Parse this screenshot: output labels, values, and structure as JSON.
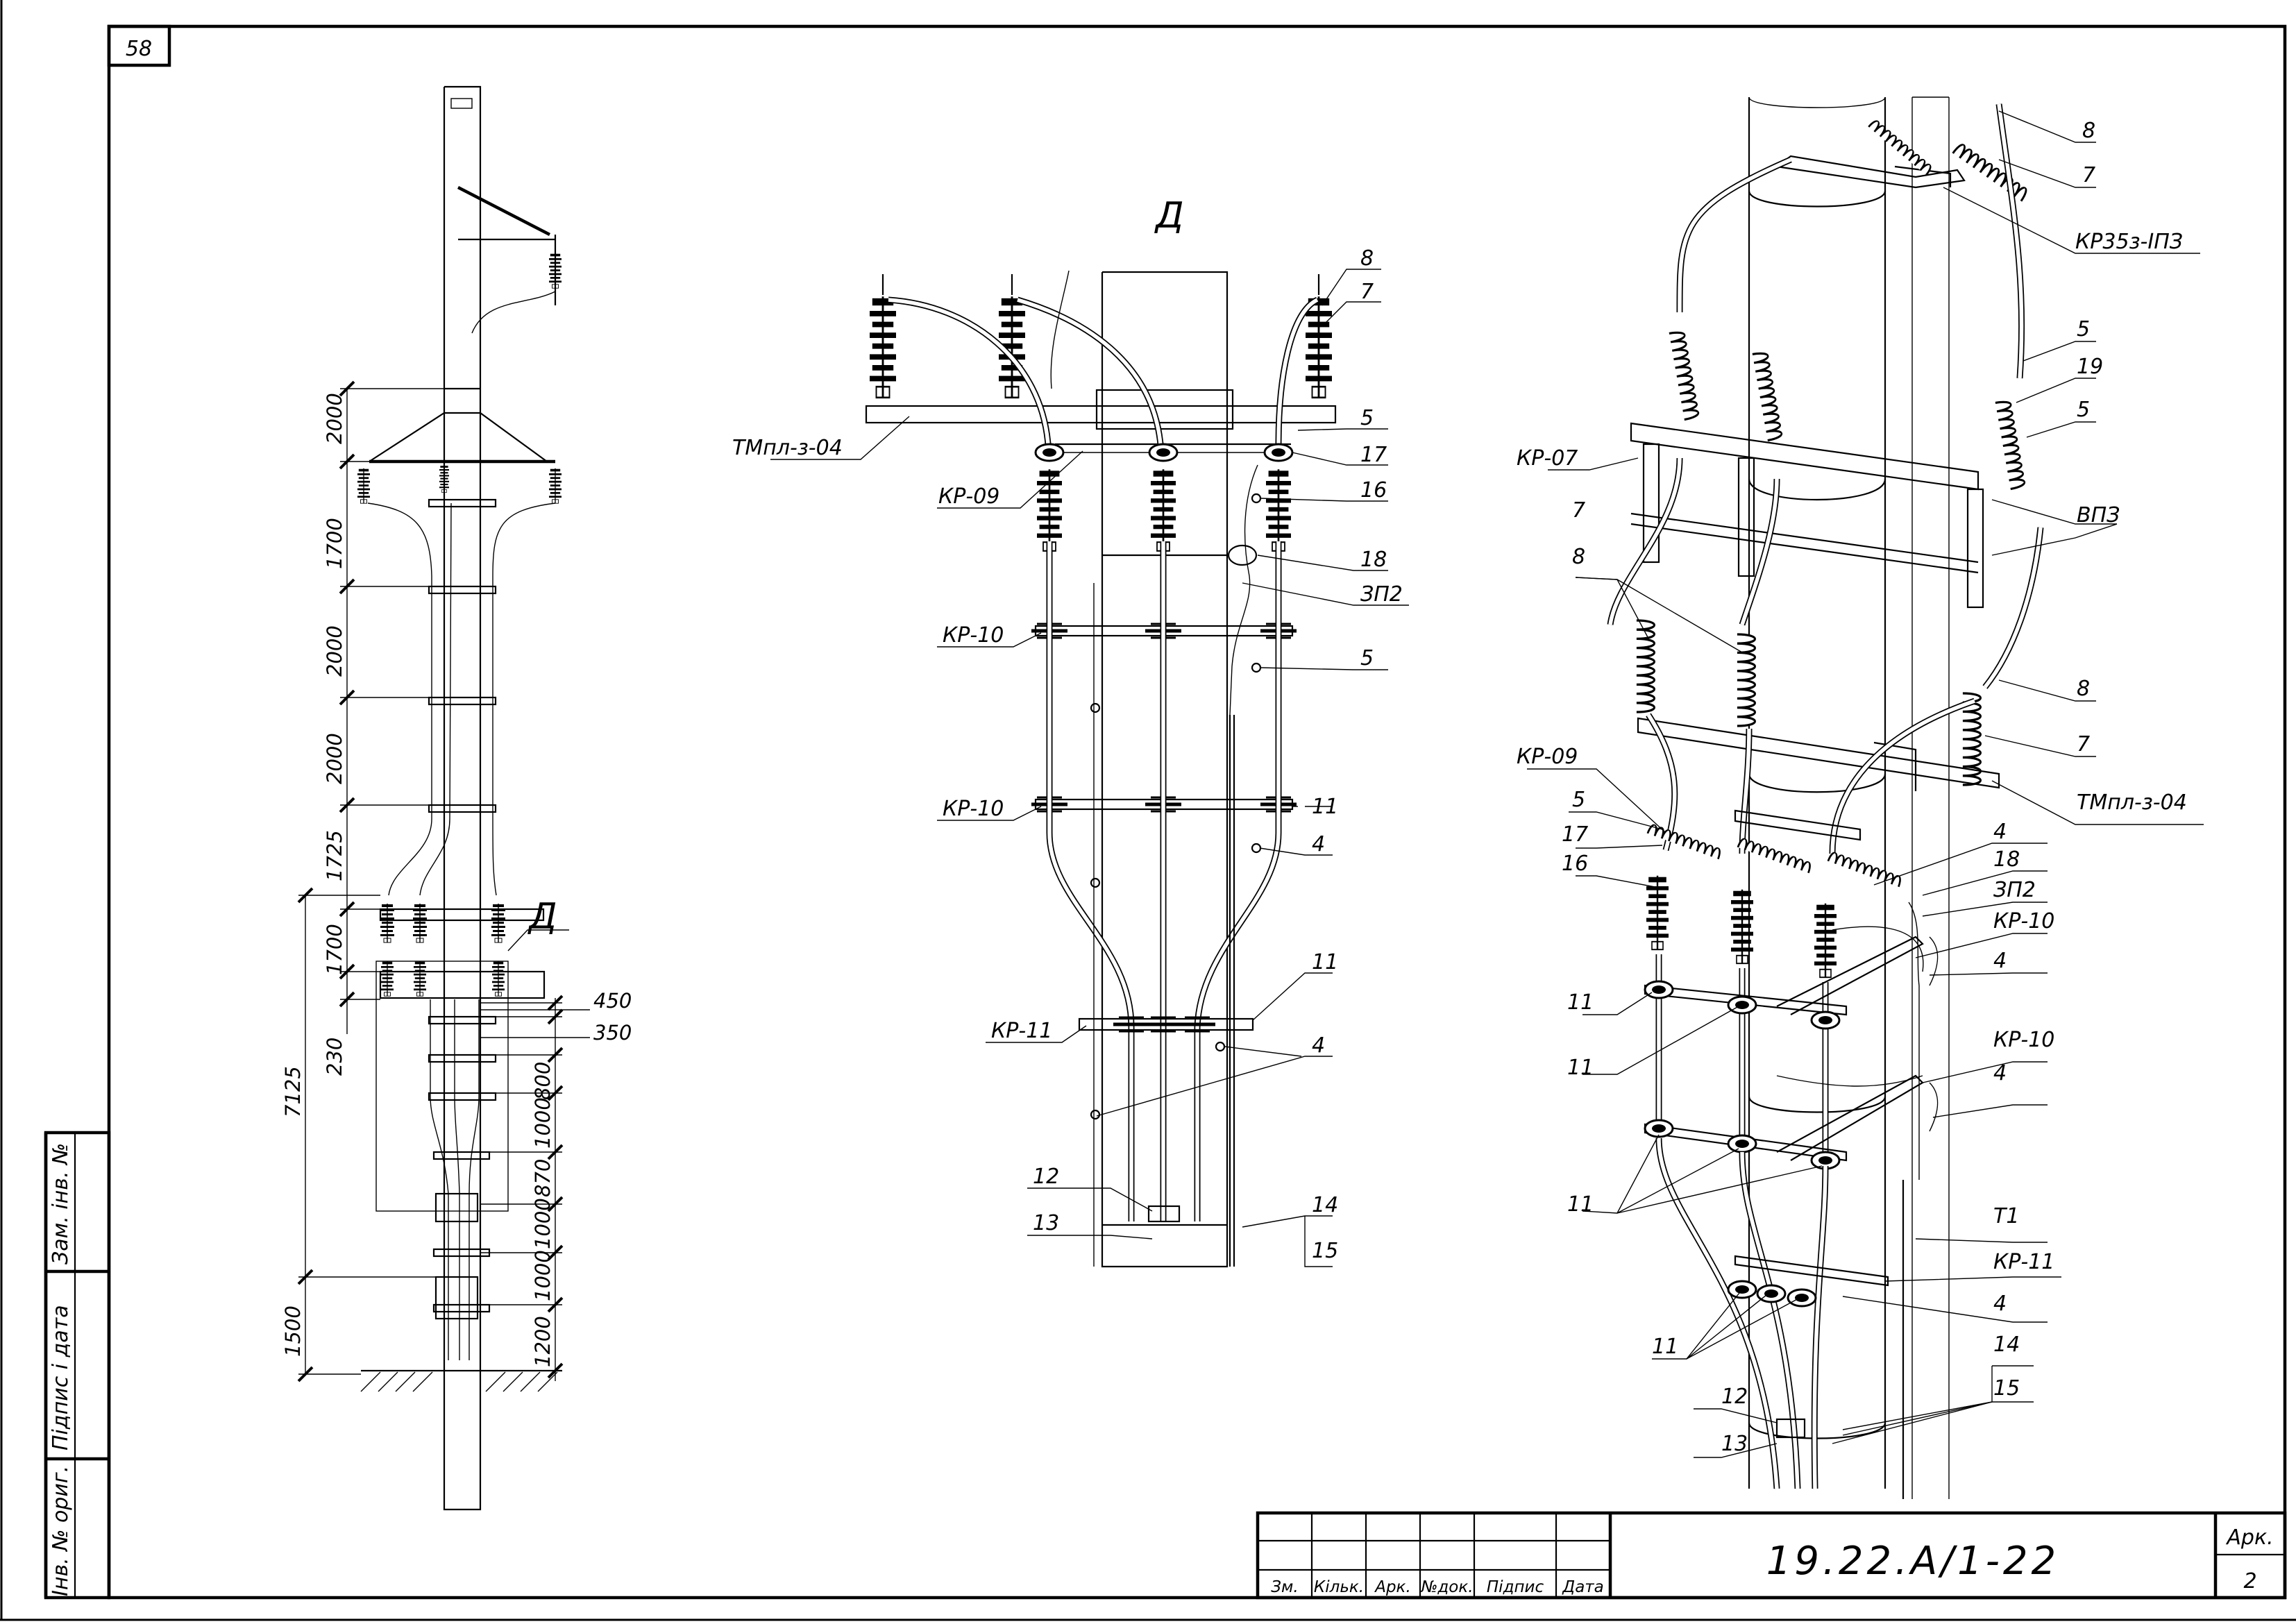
{
  "sheet": {
    "page_number": "58",
    "document_code": "19.22.А/1-22",
    "sheet_label": "Арк.",
    "sheet_number": "2"
  },
  "title_block": {
    "columns": [
      "Зм.",
      "Кільк.",
      "Арк.",
      "№док.",
      "Підпис",
      "Дата"
    ]
  },
  "left_stamps": {
    "inv_no_orig": "Інв. № ориг.",
    "sign_date": "Підпис і дата",
    "replace_inv": "Зам. інв. №"
  },
  "left_view": {
    "dims_left": [
      "2000",
      "1700",
      "2000",
      "2000",
      "1725",
      "1700",
      "230",
      "7125",
      "1500"
    ],
    "dims_right": [
      "450",
      "350",
      "800",
      "1000",
      "870",
      "1000",
      "1000",
      "1200"
    ],
    "detail_mark": "Д"
  },
  "detail_view": {
    "title": "Д",
    "labels": {
      "tmpl": "ТМпл-з-04",
      "kr09": "КР-09",
      "kr10a": "КР-10",
      "kr10b": "КР-10",
      "kr11": "КР-11",
      "n12": "12",
      "n13": "13",
      "n8": "8",
      "n7": "7",
      "n5a": "5",
      "n17": "17",
      "n16": "16",
      "n18": "18",
      "zp2": "ЗП2",
      "n5b": "5",
      "n11a": "11",
      "n4a": "4",
      "n11b": "11",
      "n4b": "4",
      "n14": "14",
      "n15": "15"
    }
  },
  "iso_view": {
    "labels": {
      "n8a": "8",
      "n7a": "7",
      "kr35": "КР35з-ІПЗ",
      "n5a": "5",
      "n19": "19",
      "n5b": "5",
      "vpz": "ВПЗ",
      "kr07": "КР-07",
      "n7b": "7",
      "n8b": "8",
      "n8c": "8",
      "n7c": "7",
      "tmpl": "ТМпл-з-04",
      "kr09": "КР-09",
      "n5c": "5",
      "n17": "17",
      "n16": "16",
      "n4a": "4",
      "n18": "18",
      "zp2": "ЗП2",
      "kr10a": "КР-10",
      "n4b": "4",
      "n11a": "11",
      "n11b": "11",
      "kr10b": "КР-10",
      "n4c": "4",
      "n11c": "11",
      "t1": "Т1",
      "kr11": "КР-11",
      "n4d": "4",
      "n11d": "11",
      "n14": "14",
      "n15": "15",
      "n12": "12",
      "n13": "13"
    }
  }
}
